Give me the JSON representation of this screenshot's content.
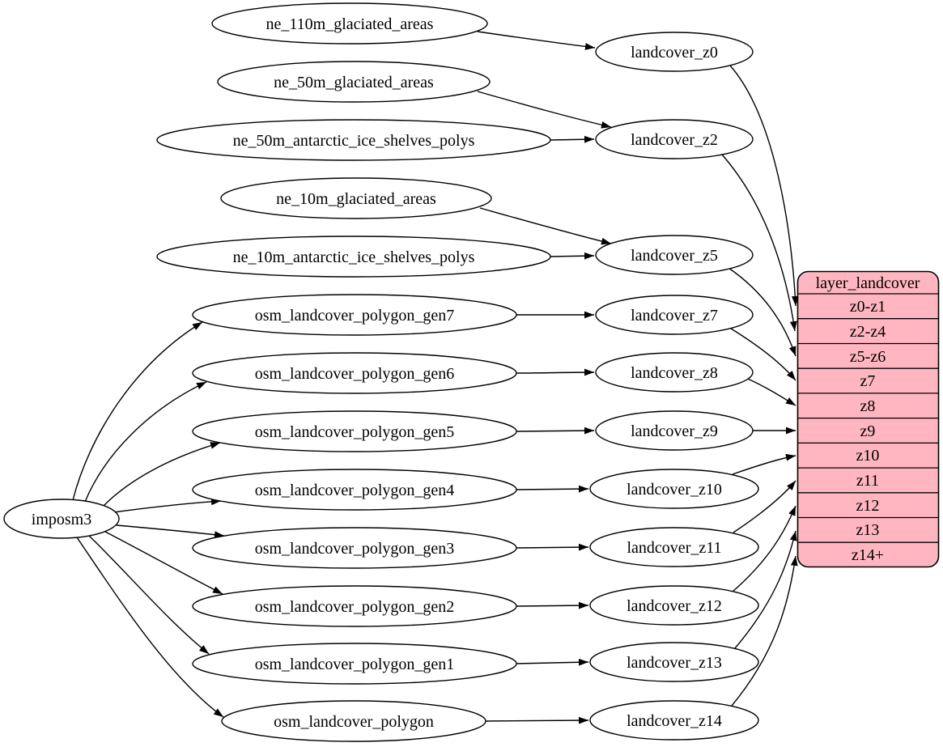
{
  "diagram": {
    "kind": "etl-dependency-graph",
    "background": "#ffffff"
  },
  "nodes": {
    "root": {
      "label": "imposm3"
    },
    "ne": [
      {
        "label": "ne_110m_glaciated_areas"
      },
      {
        "label": "ne_50m_glaciated_areas"
      },
      {
        "label": "ne_50m_antarctic_ice_shelves_polys"
      },
      {
        "label": "ne_10m_glaciated_areas"
      },
      {
        "label": "ne_10m_antarctic_ice_shelves_polys"
      }
    ],
    "osm": [
      {
        "label": "osm_landcover_polygon_gen7"
      },
      {
        "label": "osm_landcover_polygon_gen6"
      },
      {
        "label": "osm_landcover_polygon_gen5"
      },
      {
        "label": "osm_landcover_polygon_gen4"
      },
      {
        "label": "osm_landcover_polygon_gen3"
      },
      {
        "label": "osm_landcover_polygon_gen2"
      },
      {
        "label": "osm_landcover_polygon_gen1"
      },
      {
        "label": "osm_landcover_polygon"
      }
    ],
    "landcover": [
      {
        "label": "landcover_z0"
      },
      {
        "label": "landcover_z2"
      },
      {
        "label": "landcover_z5"
      },
      {
        "label": "landcover_z7"
      },
      {
        "label": "landcover_z8"
      },
      {
        "label": "landcover_z9"
      },
      {
        "label": "landcover_z10"
      },
      {
        "label": "landcover_z11"
      },
      {
        "label": "landcover_z12"
      },
      {
        "label": "landcover_z13"
      },
      {
        "label": "landcover_z14"
      }
    ]
  },
  "table": {
    "title": "layer_landcover",
    "rows": [
      "z0-z1",
      "z2-z4",
      "z5-z6",
      "z7",
      "z8",
      "z9",
      "z10",
      "z11",
      "z12",
      "z13",
      "z14+"
    ],
    "fill": "#ffb6c1"
  },
  "colors": {
    "node_fill": "#ffffff",
    "stroke": "#000000",
    "table_fill": "#ffb6c1"
  },
  "edges": [
    {
      "from": "imposm3",
      "to": "osm_landcover_polygon_gen7"
    },
    {
      "from": "imposm3",
      "to": "osm_landcover_polygon_gen6"
    },
    {
      "from": "imposm3",
      "to": "osm_landcover_polygon_gen5"
    },
    {
      "from": "imposm3",
      "to": "osm_landcover_polygon_gen4"
    },
    {
      "from": "imposm3",
      "to": "osm_landcover_polygon_gen3"
    },
    {
      "from": "imposm3",
      "to": "osm_landcover_polygon_gen2"
    },
    {
      "from": "imposm3",
      "to": "osm_landcover_polygon_gen1"
    },
    {
      "from": "imposm3",
      "to": "osm_landcover_polygon"
    },
    {
      "from": "ne_110m_glaciated_areas",
      "to": "landcover_z0"
    },
    {
      "from": "ne_50m_glaciated_areas",
      "to": "landcover_z2"
    },
    {
      "from": "ne_50m_antarctic_ice_shelves_polys",
      "to": "landcover_z2"
    },
    {
      "from": "ne_10m_glaciated_areas",
      "to": "landcover_z5"
    },
    {
      "from": "ne_10m_antarctic_ice_shelves_polys",
      "to": "landcover_z5"
    },
    {
      "from": "osm_landcover_polygon_gen7",
      "to": "landcover_z7"
    },
    {
      "from": "osm_landcover_polygon_gen6",
      "to": "landcover_z8"
    },
    {
      "from": "osm_landcover_polygon_gen5",
      "to": "landcover_z9"
    },
    {
      "from": "osm_landcover_polygon_gen4",
      "to": "landcover_z10"
    },
    {
      "from": "osm_landcover_polygon_gen3",
      "to": "landcover_z11"
    },
    {
      "from": "osm_landcover_polygon_gen2",
      "to": "landcover_z12"
    },
    {
      "from": "osm_landcover_polygon_gen1",
      "to": "landcover_z13"
    },
    {
      "from": "osm_landcover_polygon",
      "to": "landcover_z14"
    },
    {
      "from": "landcover_z0",
      "to": "layer_landcover:z0-z1"
    },
    {
      "from": "landcover_z2",
      "to": "layer_landcover:z2-z4"
    },
    {
      "from": "landcover_z5",
      "to": "layer_landcover:z5-z6"
    },
    {
      "from": "landcover_z7",
      "to": "layer_landcover:z7"
    },
    {
      "from": "landcover_z8",
      "to": "layer_landcover:z8"
    },
    {
      "from": "landcover_z9",
      "to": "layer_landcover:z9"
    },
    {
      "from": "landcover_z10",
      "to": "layer_landcover:z10"
    },
    {
      "from": "landcover_z11",
      "to": "layer_landcover:z11"
    },
    {
      "from": "landcover_z12",
      "to": "layer_landcover:z12"
    },
    {
      "from": "landcover_z13",
      "to": "layer_landcover:z13"
    },
    {
      "from": "landcover_z14",
      "to": "layer_landcover:z14+"
    }
  ]
}
